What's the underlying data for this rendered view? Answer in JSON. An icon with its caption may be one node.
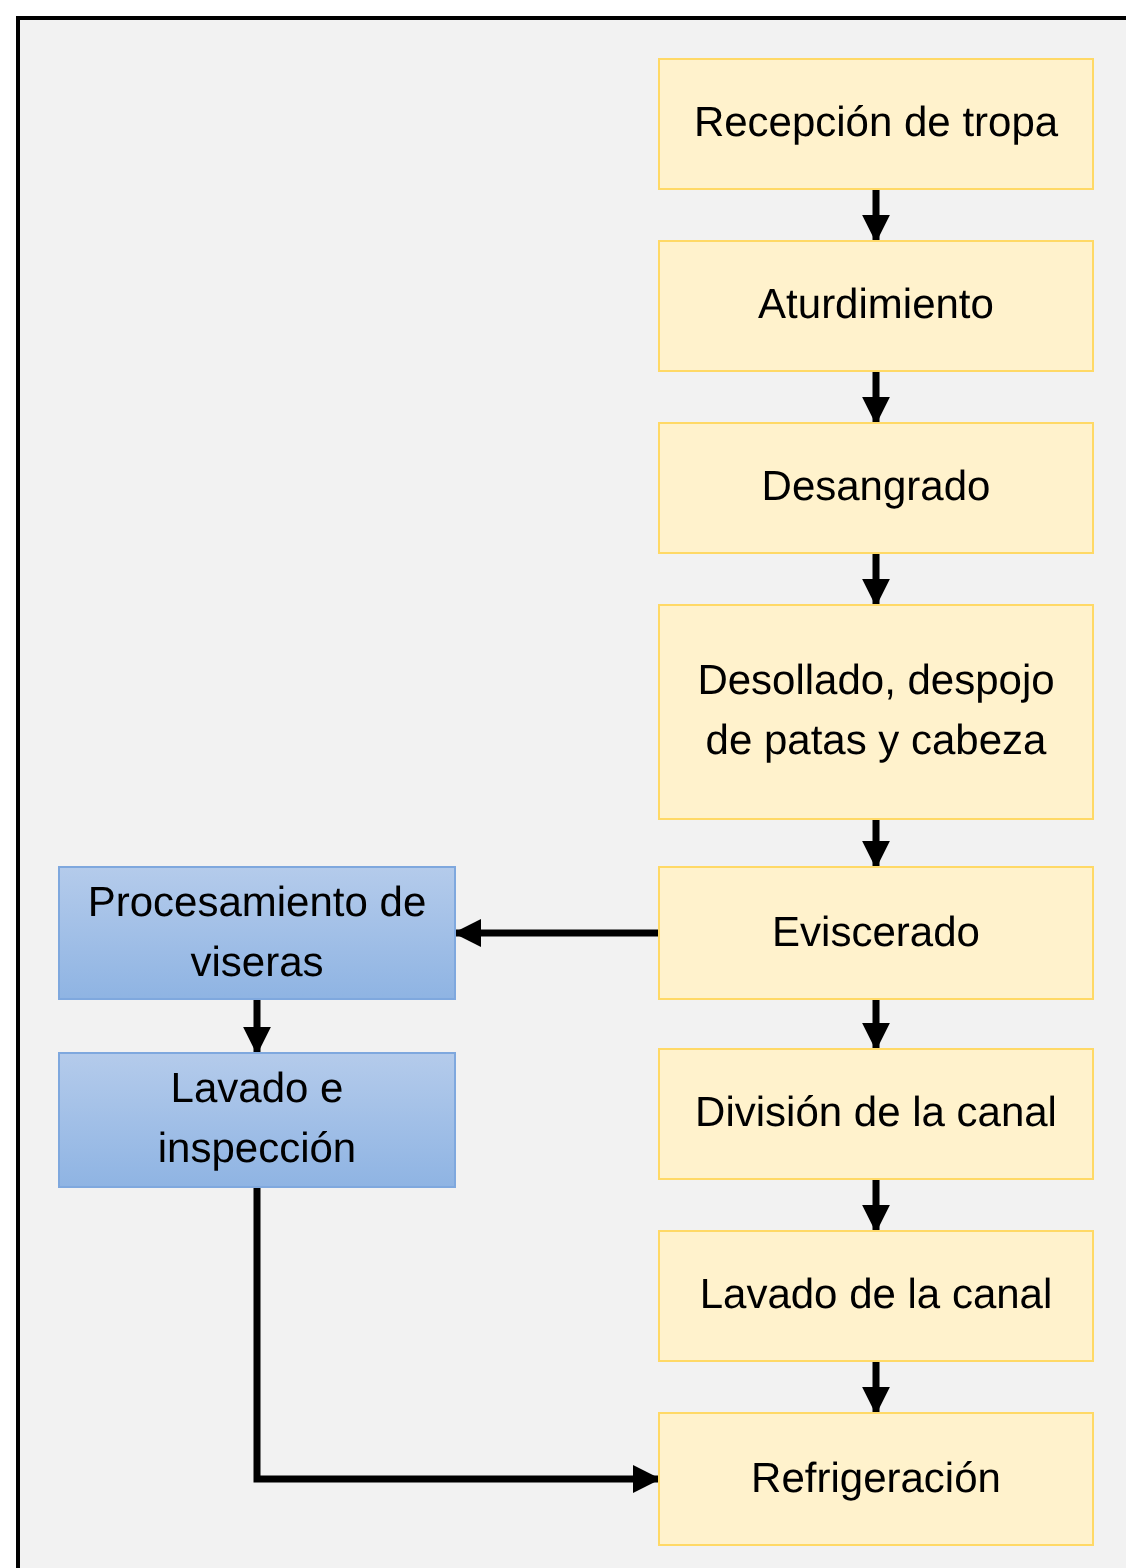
{
  "diagram": {
    "nodes": [
      {
        "text": [
          "Recepción de tropa"
        ]
      },
      {
        "text": [
          "Aturdimiento"
        ]
      },
      {
        "text": [
          "Desangrado"
        ]
      },
      {
        "text": [
          "Desollado, despojo de patas y cabeza"
        ]
      },
      {
        "text": [
          "Eviscerado"
        ]
      },
      {
        "text": [
          "División de la canal"
        ]
      },
      {
        "text": [
          "Lavado de la canal"
        ]
      },
      {
        "text": [
          "Refrigeración"
        ]
      },
      {
        "text": [
          "Procesamiento de viseras"
        ]
      },
      {
        "text": [
          "Lavado e inspección"
        ]
      }
    ],
    "edges": [
      {
        "from": 0,
        "to": 1,
        "arrow": "to"
      },
      {
        "from": 1,
        "to": 2,
        "arrow": "to"
      },
      {
        "from": 2,
        "to": 3,
        "arrow": "to"
      },
      {
        "from": 3,
        "to": 4,
        "arrow": "to"
      },
      {
        "from": 4,
        "to": 5,
        "arrow": "to"
      },
      {
        "from": 5,
        "to": 6,
        "arrow": "to"
      },
      {
        "from": 6,
        "to": 7,
        "arrow": "to"
      },
      {
        "from": 4,
        "to": 8,
        "arrow": "to"
      },
      {
        "from": 8,
        "to": 9,
        "arrow": "to"
      },
      {
        "from": 9,
        "to": 7,
        "arrow": "to"
      }
    ]
  }
}
